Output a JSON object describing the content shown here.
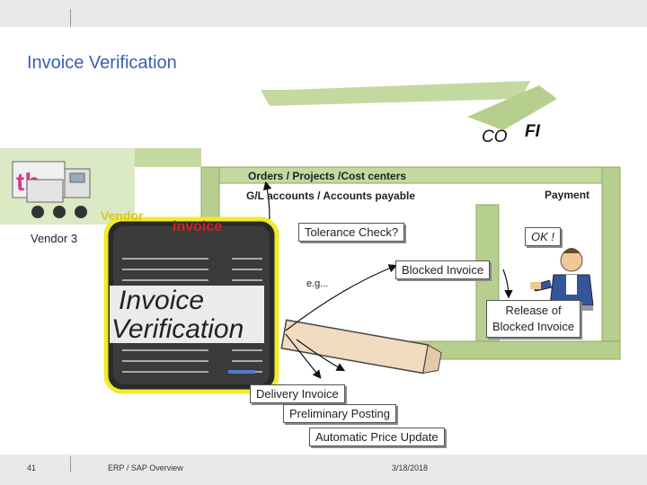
{
  "slide": {
    "title": "Invoice Verification"
  },
  "modules": {
    "co": "CO",
    "fi": "FI"
  },
  "diagram": {
    "orders": "Orders / Projects /Cost centers",
    "gl_accounts": "G/L accounts / Accounts payable",
    "payment": "Payment",
    "vendor_label": "Vendor",
    "vendor_invoice": "invoice",
    "vendor3": "Vendor 3",
    "tolerance_check": "Tolerance Check?",
    "ok": "OK !",
    "blocked_invoice": "Blocked Invoice",
    "eg": "e.g...",
    "release_line1": "Release of",
    "release_line2": "Blocked Invoice",
    "magnifier_line1": "Invoice",
    "magnifier_line2": "Verification",
    "delivery_invoice": "Delivery Invoice",
    "preliminary_posting": "Preliminary Posting",
    "automatic_price_update": "Automatic Price Update",
    "truck_letters": "th"
  },
  "footer": {
    "page": "41",
    "course": "ERP / SAP Overview",
    "date": "3/18/2018"
  },
  "colors": {
    "title": "#3a5fb0",
    "band_green": "#b6cf8e",
    "band_edge": "#8ca85f",
    "magnifier_rim": "#f2ea2a",
    "vendor_invoice_red": "#cc2222"
  }
}
